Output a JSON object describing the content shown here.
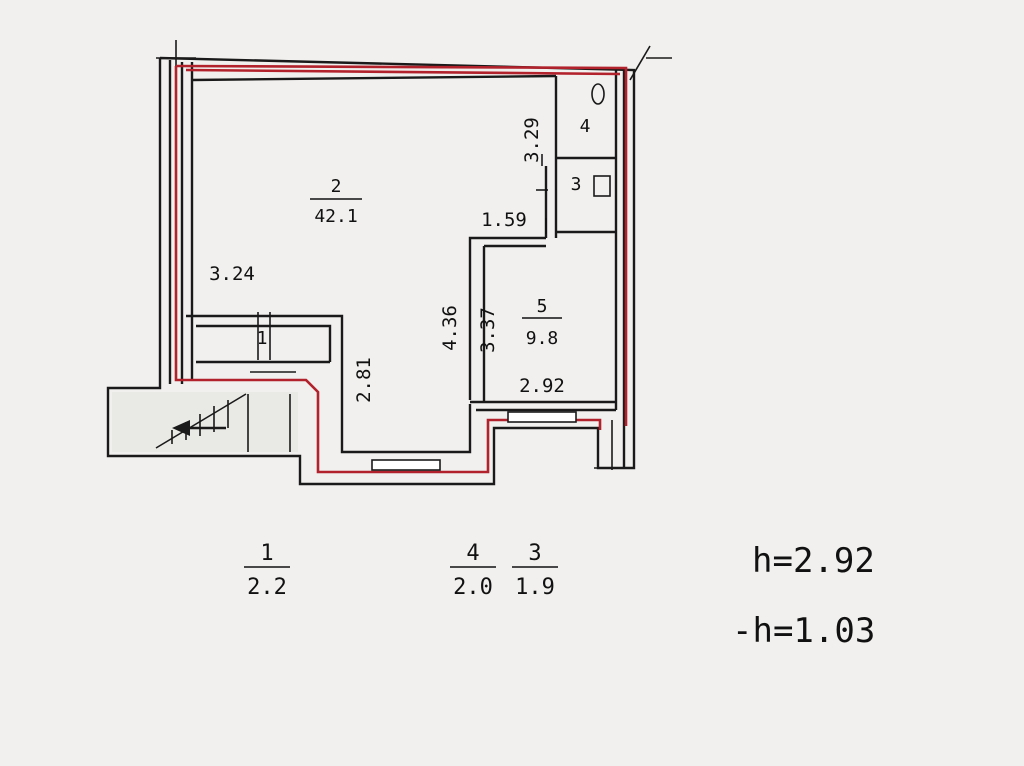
{
  "plan": {
    "rooms": [
      {
        "id": "1",
        "number": "1",
        "area": "2.2"
      },
      {
        "id": "2",
        "number": "2",
        "area": "42.1"
      },
      {
        "id": "3",
        "number": "3",
        "area": "1.9"
      },
      {
        "id": "4",
        "number": "4",
        "area": "2.0"
      },
      {
        "id": "5",
        "number": "5",
        "area": "9.8"
      }
    ],
    "dimensions": [
      "3.24",
      "3.29",
      "1.59",
      "4.36",
      "3.37",
      "2.81",
      "2.92"
    ],
    "ceiling_height": "h=2.92",
    "floor_level": "-h=1.03"
  },
  "colors": {
    "wall": "#1a1a1a",
    "boundary": "#b2222c",
    "paper": "#f1f0ee"
  }
}
